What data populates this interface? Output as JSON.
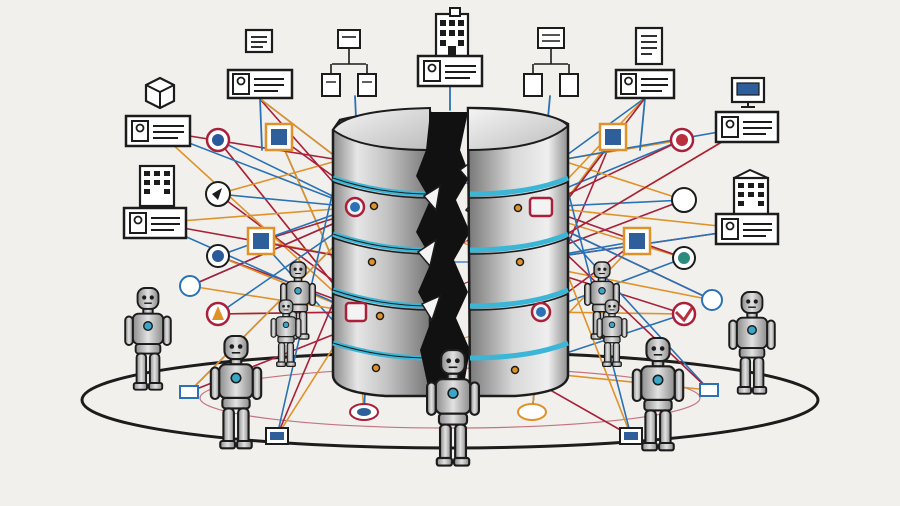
{
  "scene": {
    "background": "#f1f0ec",
    "ink": "#1c1c1c",
    "palette": {
      "orange": "#e0922a",
      "crimson": "#a8203a",
      "blue": "#2a72b5",
      "cyan": "#3bb6d6",
      "metal_light": "#e9e9e9",
      "metal_mid": "#b9b9b9",
      "metal_dark": "#7d7d7d",
      "badge_blue": "#2f5f9a",
      "badge_red": "#b8313c",
      "badge_teal": "#2a8d7d",
      "robot_accent": "#3aa7c9"
    }
  },
  "icons": {
    "profile_cards": [
      "profile-card-icon",
      "profile-card-icon",
      "profile-card-icon",
      "profile-card-icon",
      "profile-card-icon",
      "profile-card-icon",
      "profile-card-icon",
      "profile-card-icon"
    ],
    "documents": [
      "document-icon",
      "document-icon",
      "document-icon"
    ],
    "buildings": [
      "building-icon",
      "building-icon",
      "building-icon"
    ],
    "hierarchies": [
      "org-chart-icon",
      "org-chart-icon"
    ],
    "cube": "cube-icon",
    "monitor": "monitor-icon"
  },
  "database": {
    "left_half": "database-half-left",
    "right_half": "database-half-right",
    "crack": "database-split-crack"
  },
  "robots": {
    "count": 9
  }
}
